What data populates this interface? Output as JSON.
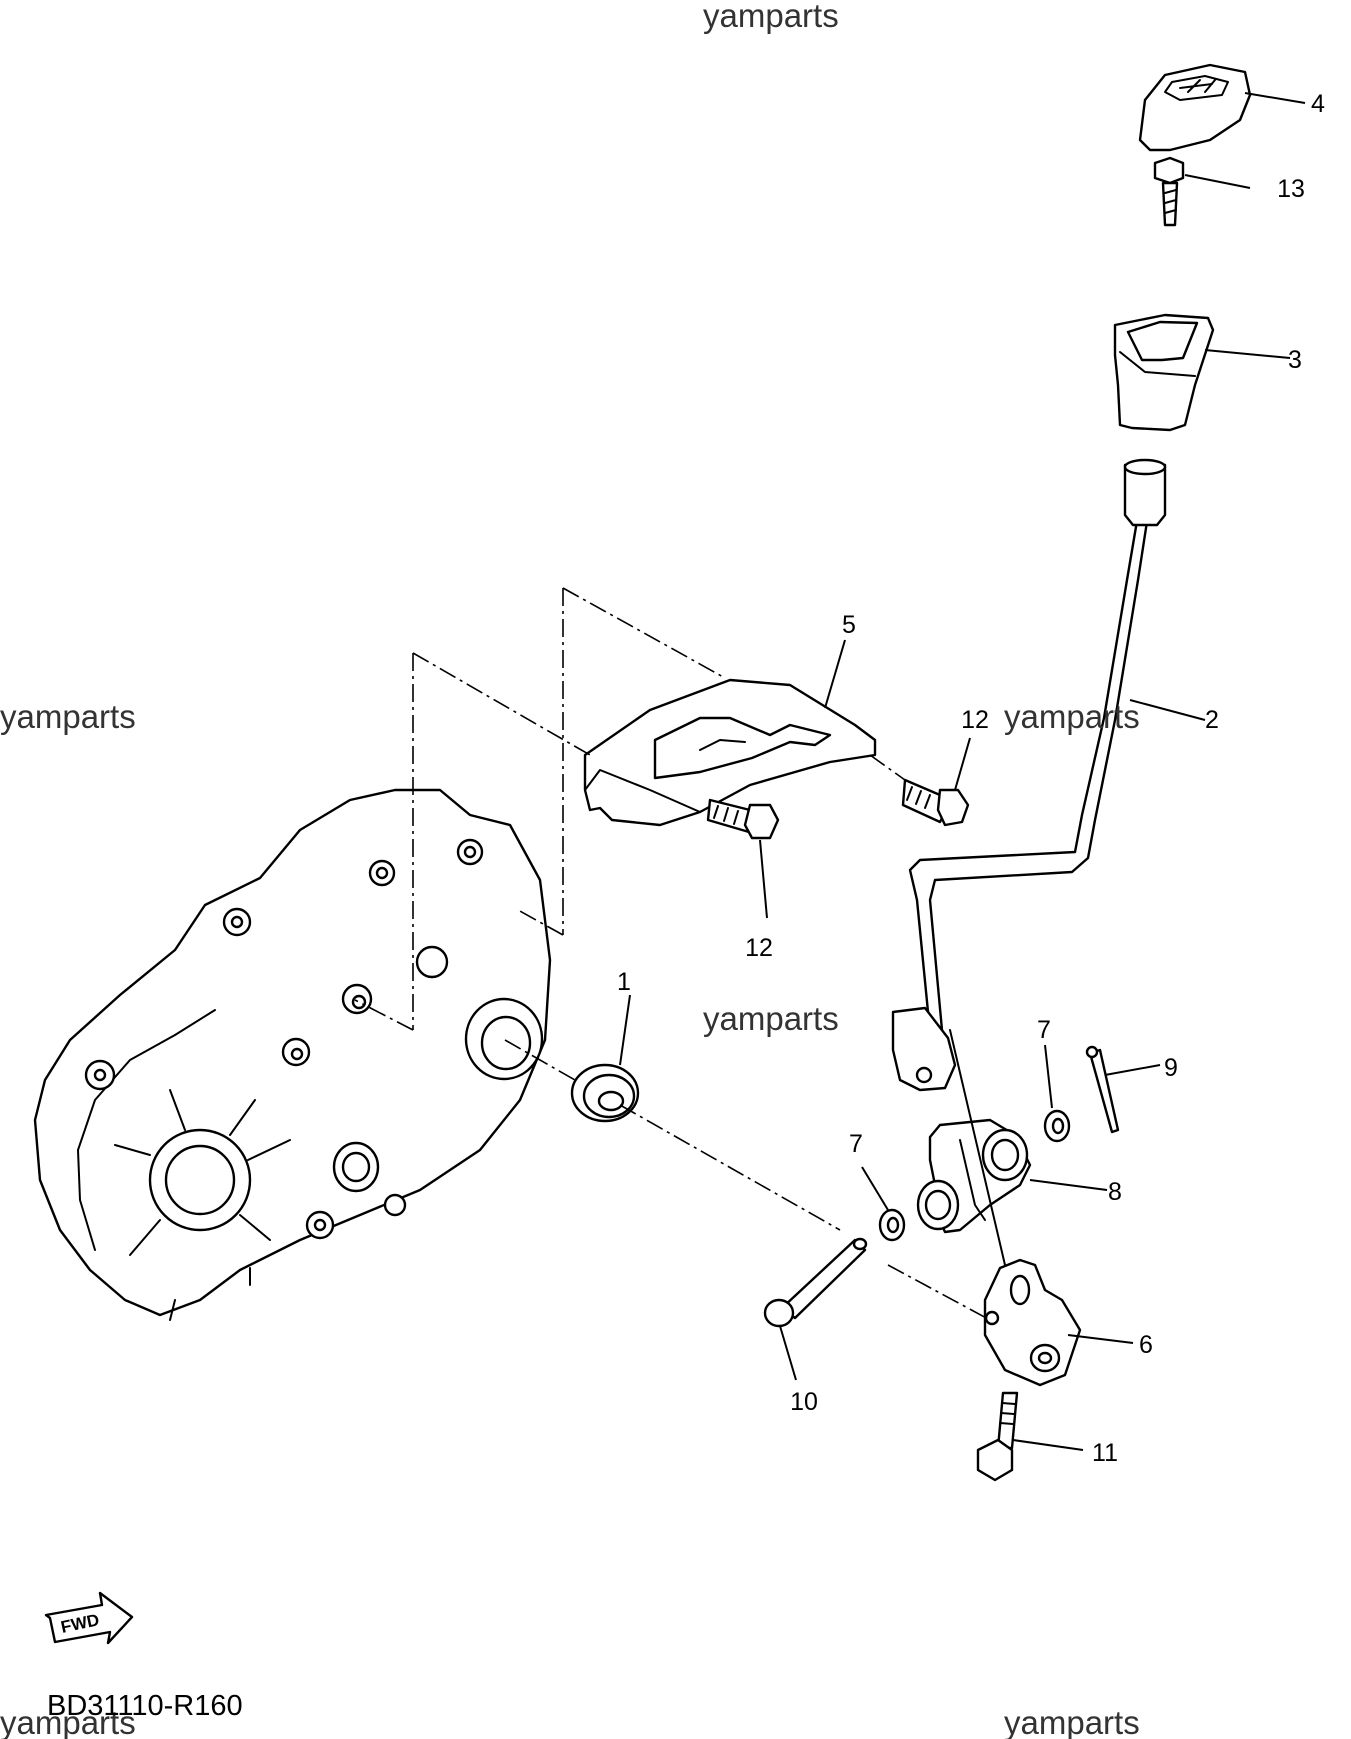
{
  "watermarks": {
    "top": "yamparts",
    "left": "yamparts",
    "mid_right": "yamparts",
    "center": "yamparts",
    "bottom_left": "yamparts",
    "bottom_right": "yamparts"
  },
  "callouts": {
    "c1": "1",
    "c2": "2",
    "c3": "3",
    "c4": "4",
    "c5": "5",
    "c6": "6",
    "c7a": "7",
    "c7b": "7",
    "c8": "8",
    "c9": "9",
    "c10": "10",
    "c11": "11",
    "c12a": "12",
    "c12b": "12",
    "c13": "13"
  },
  "footer": {
    "diagram_code": "BD31110-R160",
    "fwd_label": "FWD"
  }
}
